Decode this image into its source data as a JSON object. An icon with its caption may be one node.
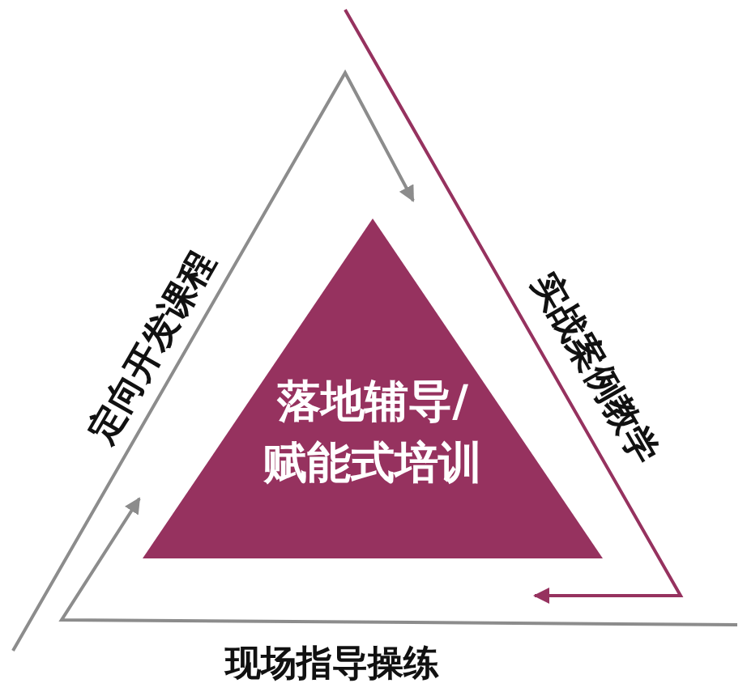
{
  "diagram": {
    "nodes": [
      {
        "text": [
          "落地辅导/赋能式培训"
        ]
      },
      {
        "text": [
          "定向开发课程"
        ]
      },
      {
        "text": [
          "实战案例教学"
        ]
      },
      {
        "text": [
          "现场指导操练"
        ]
      }
    ]
  }
}
